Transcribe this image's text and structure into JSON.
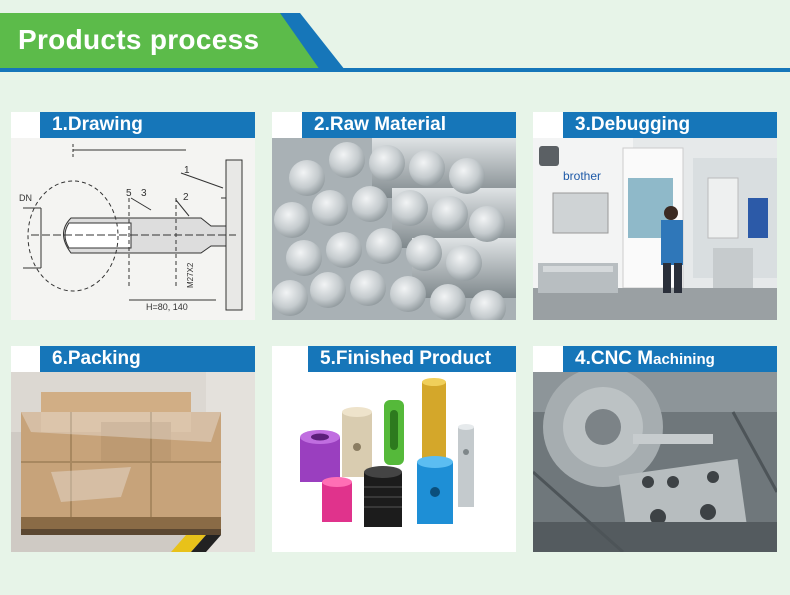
{
  "header": {
    "title": "Products process"
  },
  "steps": {
    "s1": {
      "label": "1.Drawing"
    },
    "s2": {
      "label": "2.Raw Material"
    },
    "s3": {
      "label": "3.Debugging"
    },
    "s4": {
      "label_big": "4.CNC M",
      "label_small": "achining"
    },
    "s5": {
      "label": "5.Finished Product"
    },
    "s6": {
      "label": "6.Packing"
    }
  },
  "drawing": {
    "dn": "DN",
    "n1": "1",
    "n2": "2",
    "n5": "5",
    "n3": "3",
    "m": "M27X2",
    "h": "H=80, 140"
  },
  "machine": {
    "brand": "brother"
  },
  "colors": {
    "accent_blue": "#1676b9",
    "accent_green": "#5cbb4a",
    "background": "#e7f4e8"
  }
}
